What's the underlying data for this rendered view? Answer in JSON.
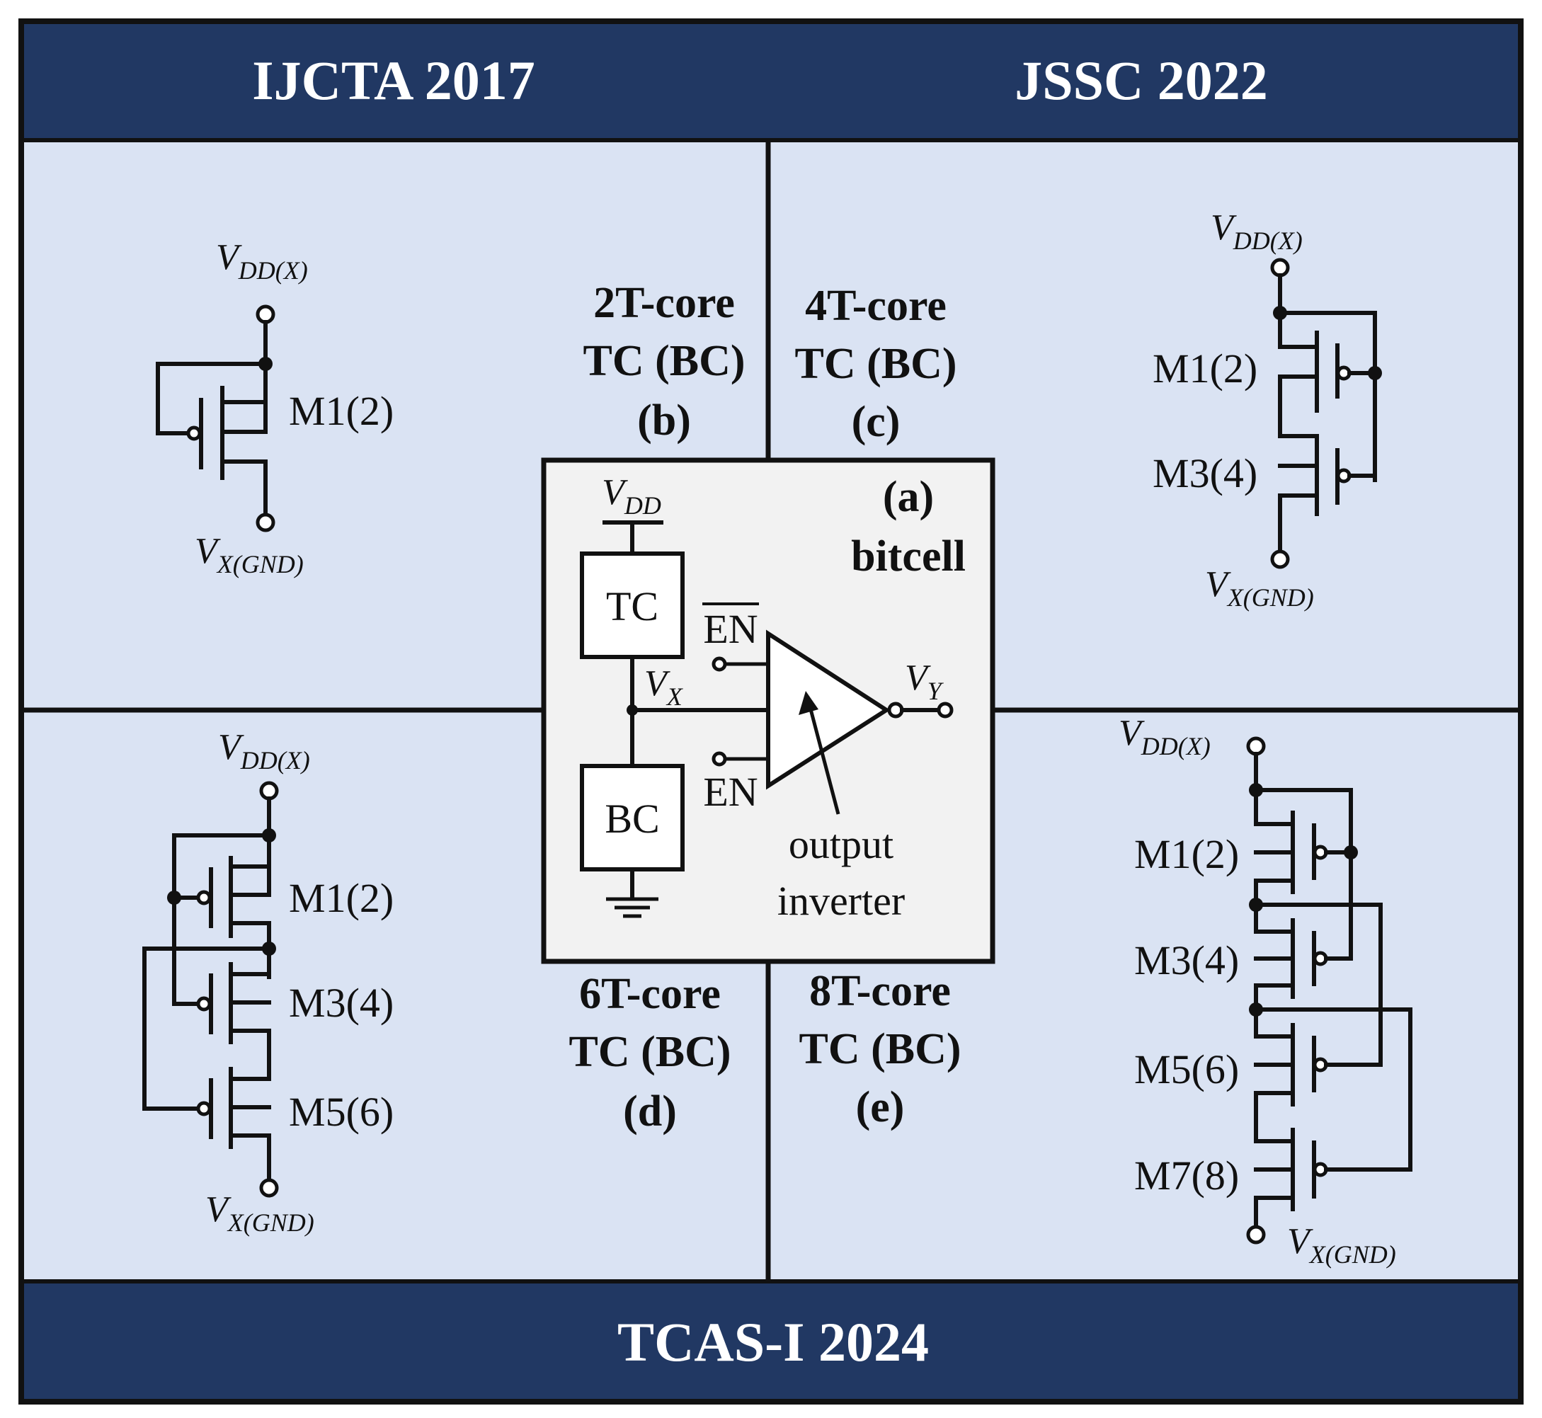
{
  "colors": {
    "banner": "#213863",
    "panel": "#dae3f3",
    "center_box": "#f2f2f2",
    "ink": "#111111"
  },
  "banners": {
    "top_left": "IJCTA 2017",
    "top_right": "JSSC 2022",
    "bottom": "TCAS-I 2024"
  },
  "captions": {
    "b": [
      "2T-core",
      "TC (BC)",
      "(b)"
    ],
    "c": [
      "4T-core",
      "TC (BC)",
      "(c)"
    ],
    "d": [
      "6T-core",
      "TC (BC)",
      "(d)"
    ],
    "e": [
      "8T-core",
      "TC (BC)",
      "(e)"
    ]
  },
  "bitcell": {
    "title_a": "(a)",
    "title_b": "bitcell",
    "tc": "TC",
    "bc": "BC",
    "vdd_main": "V",
    "vdd_sub": "DD",
    "vx_main": "V",
    "vx_sub": "X",
    "vy_main": "V",
    "vy_sub": "Y",
    "en_bar": "EN",
    "en": "EN",
    "out_1": "output",
    "out_2": "inverter"
  },
  "supply": {
    "v": "V",
    "vdd_sub": "DD(X)",
    "vx_sub": "X(GND)"
  },
  "transistors": {
    "m12": "M1(2)",
    "m34": "M3(4)",
    "m56": "M5(6)",
    "m78": "M7(8)"
  }
}
